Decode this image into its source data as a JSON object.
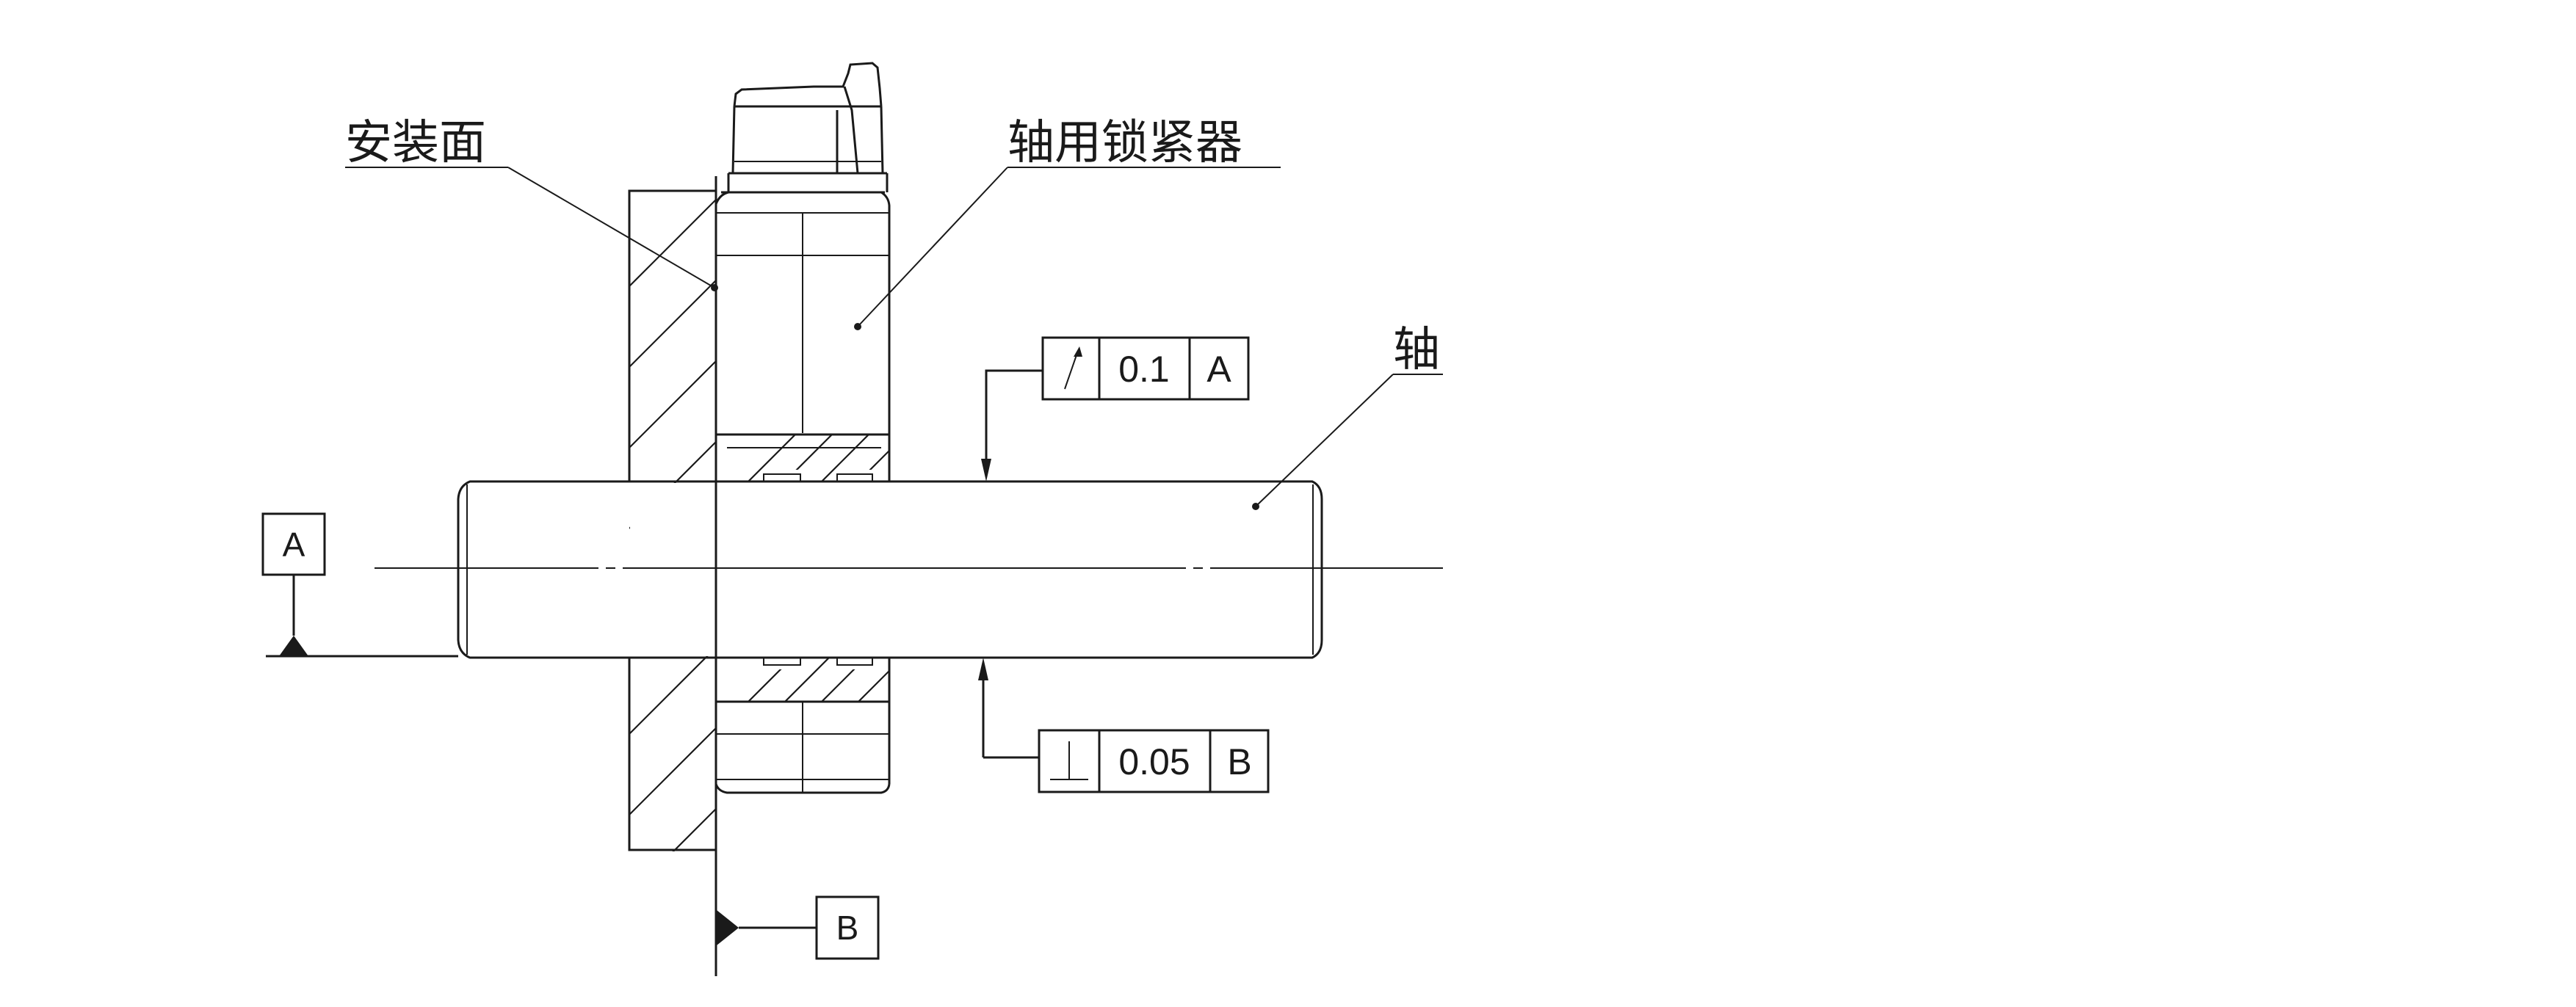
{
  "labels": {
    "mounting_face": "安装面",
    "shaft_locknut": "轴用锁紧器",
    "shaft": "轴"
  },
  "datums": {
    "a": "A",
    "b": "B"
  },
  "tolerance_frames": {
    "runout": {
      "symbol": "runout-icon",
      "value": "0.1",
      "datum": "A"
    },
    "perpendicularity": {
      "symbol": "perpendicularity-icon",
      "value": "0.05",
      "datum": "B"
    }
  }
}
